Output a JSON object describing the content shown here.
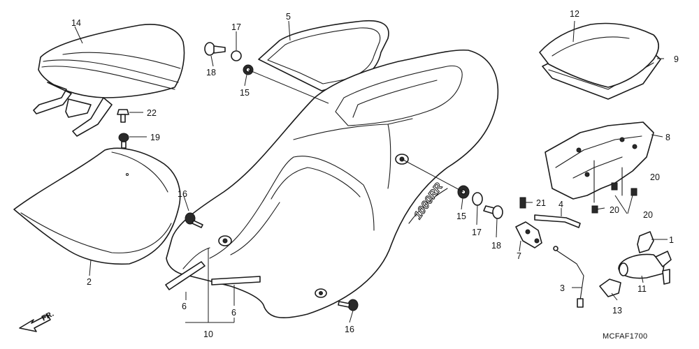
{
  "callouts": {
    "c1": "1",
    "c2": "2",
    "c3": "3",
    "c4": "4",
    "c5": "5",
    "c6a": "6",
    "c6b": "6",
    "c7": "7",
    "c8": "8",
    "c9": "9",
    "c10": "10",
    "c11": "11",
    "c12": "12",
    "c13": "13",
    "c14": "14",
    "c15a": "15",
    "c15b": "15",
    "c16a": "16",
    "c16b": "16",
    "c17a": "17",
    "c17b": "17",
    "c18a": "18",
    "c18b": "18",
    "c19": "19",
    "c20a": "20",
    "c20b": "20",
    "c20c": "20",
    "c21": "21",
    "c22": "22"
  },
  "front_label": "FR.",
  "diagram_code": "MCFAF1700",
  "cowl_logo": "1000RR"
}
